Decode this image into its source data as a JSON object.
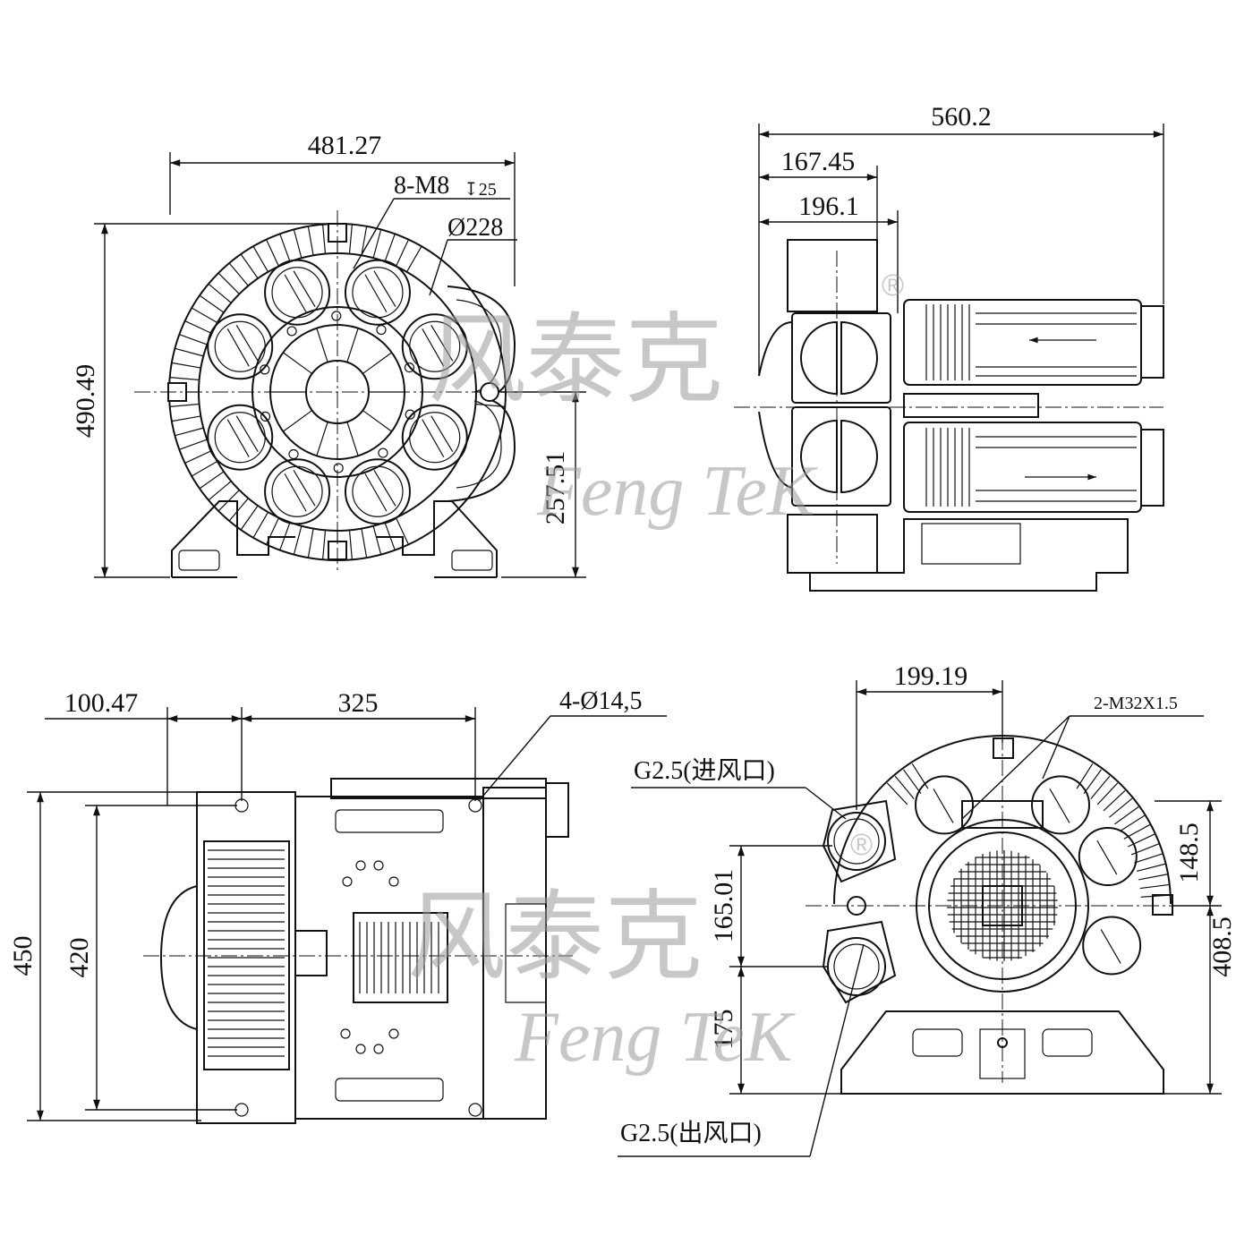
{
  "front_view": {
    "width_dim": "481.27",
    "thread_label": "8-M8",
    "thread_depth": "↧25",
    "diameter_label": "Ø228",
    "height_dim": "490.49",
    "center_height_dim": "257.51"
  },
  "side_view": {
    "overall_length_dim": "560.2",
    "dim_a": "167.45",
    "dim_b": "196.1"
  },
  "top_view": {
    "offset_dim": "100.47",
    "hole_spacing_dim": "325",
    "hole_label": "4-Ø14,5",
    "outer_width_dim": "450",
    "hole_width_dim": "420"
  },
  "rear_view": {
    "width_dim": "199.19",
    "cable_gland_label": "2-M32X1.5",
    "inlet_label": "G2.5(进风口)",
    "outlet_label": "G2.5(出风口)",
    "dim_165": "165.01",
    "dim_175": "175",
    "dim_148": "148.5",
    "dim_408": "408.5"
  },
  "watermark": {
    "chinese": "风泰克",
    "english": "Feng TeK",
    "registered": "®",
    "color": "#9a9a9a"
  }
}
